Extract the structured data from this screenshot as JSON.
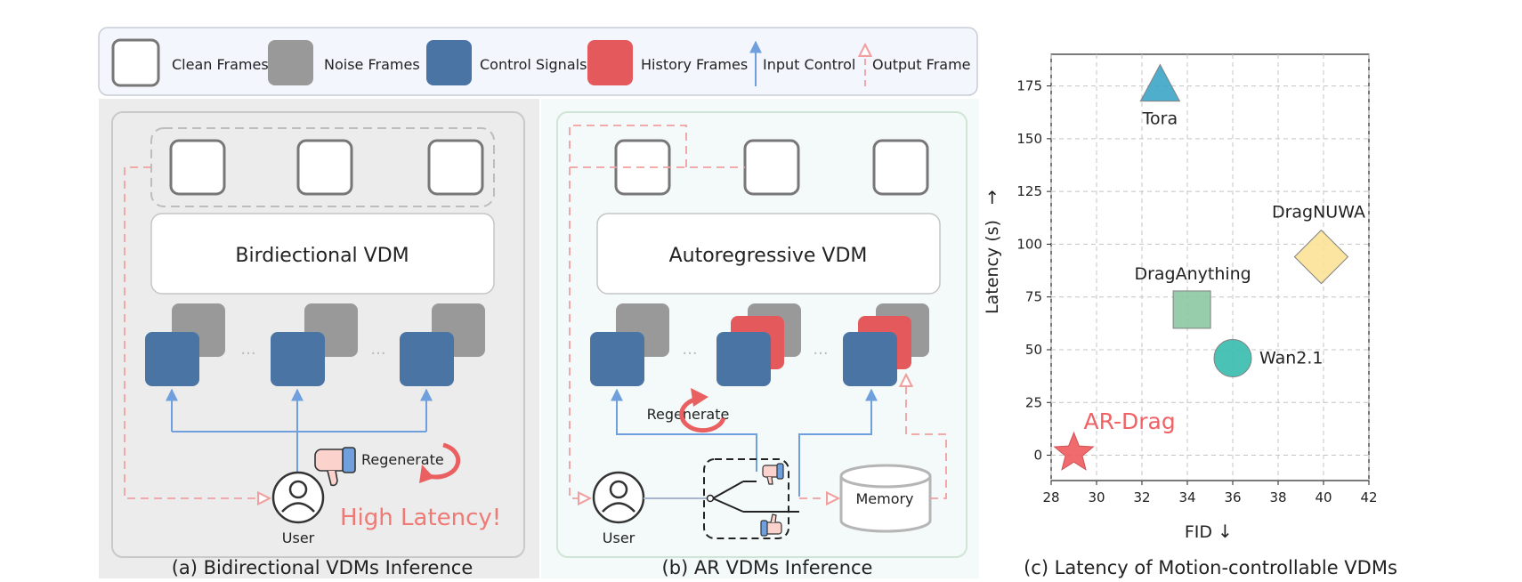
{
  "legend": {
    "clean_frames": "Clean Frames",
    "noise_frames": "Noise Frames",
    "control_signals": "Control Signals",
    "history_frames": "History Frames",
    "input_control": "Input Control",
    "output_frame": "Output Frame"
  },
  "panel_a": {
    "model_label": "Birdiectional VDM",
    "regenerate": "Regenerate",
    "user": "User",
    "latency_note": "High Latency!",
    "ellipsis": "...",
    "caption": "(a) Bidirectional VDMs Inference"
  },
  "panel_b": {
    "model_label": "Autoregressive VDM",
    "regenerate": "Regenerate",
    "user": "User",
    "memory": "Memory",
    "ellipsis": "...",
    "caption": "(b)  AR VDMs Inference"
  },
  "panel_c": {
    "caption": "(c) Latency of Motion-controllable VDMs"
  },
  "colors": {
    "control": "#4a74a4",
    "noise": "#999999",
    "history": "#e4595c",
    "input_arrow": "#6f9fdc",
    "output_arrow": "#f0a0a0",
    "panel_a_bg": "#ececec",
    "panel_b_bg": "#f3faf9",
    "legend_bg": "#f3f6fd"
  },
  "chart_data": {
    "type": "scatter",
    "xlabel": "FID",
    "ylabel": "Latency (s)",
    "xlim": [
      28,
      42
    ],
    "ylim": [
      -12,
      190
    ],
    "xticks": [
      28,
      30,
      32,
      34,
      36,
      38,
      40,
      42
    ],
    "yticks": [
      0,
      25,
      50,
      75,
      100,
      125,
      150,
      175
    ],
    "grid": true,
    "points": [
      {
        "label": "Tora",
        "x": 32.8,
        "y": 175,
        "marker": "triangle",
        "color": "#3fa8c8"
      },
      {
        "label": "DragNUWA",
        "x": 39.9,
        "y": 94,
        "marker": "diamond",
        "color": "#fbe39a"
      },
      {
        "label": "DragAnything",
        "x": 34.2,
        "y": 69,
        "marker": "square",
        "color": "#8fc9a4"
      },
      {
        "label": "Wan2.1",
        "x": 36.0,
        "y": 46,
        "marker": "circle",
        "color": "#3cbdb0"
      },
      {
        "label": "AR-Drag",
        "x": 29.0,
        "y": 1,
        "marker": "star",
        "color": "#ef5f62"
      }
    ]
  }
}
